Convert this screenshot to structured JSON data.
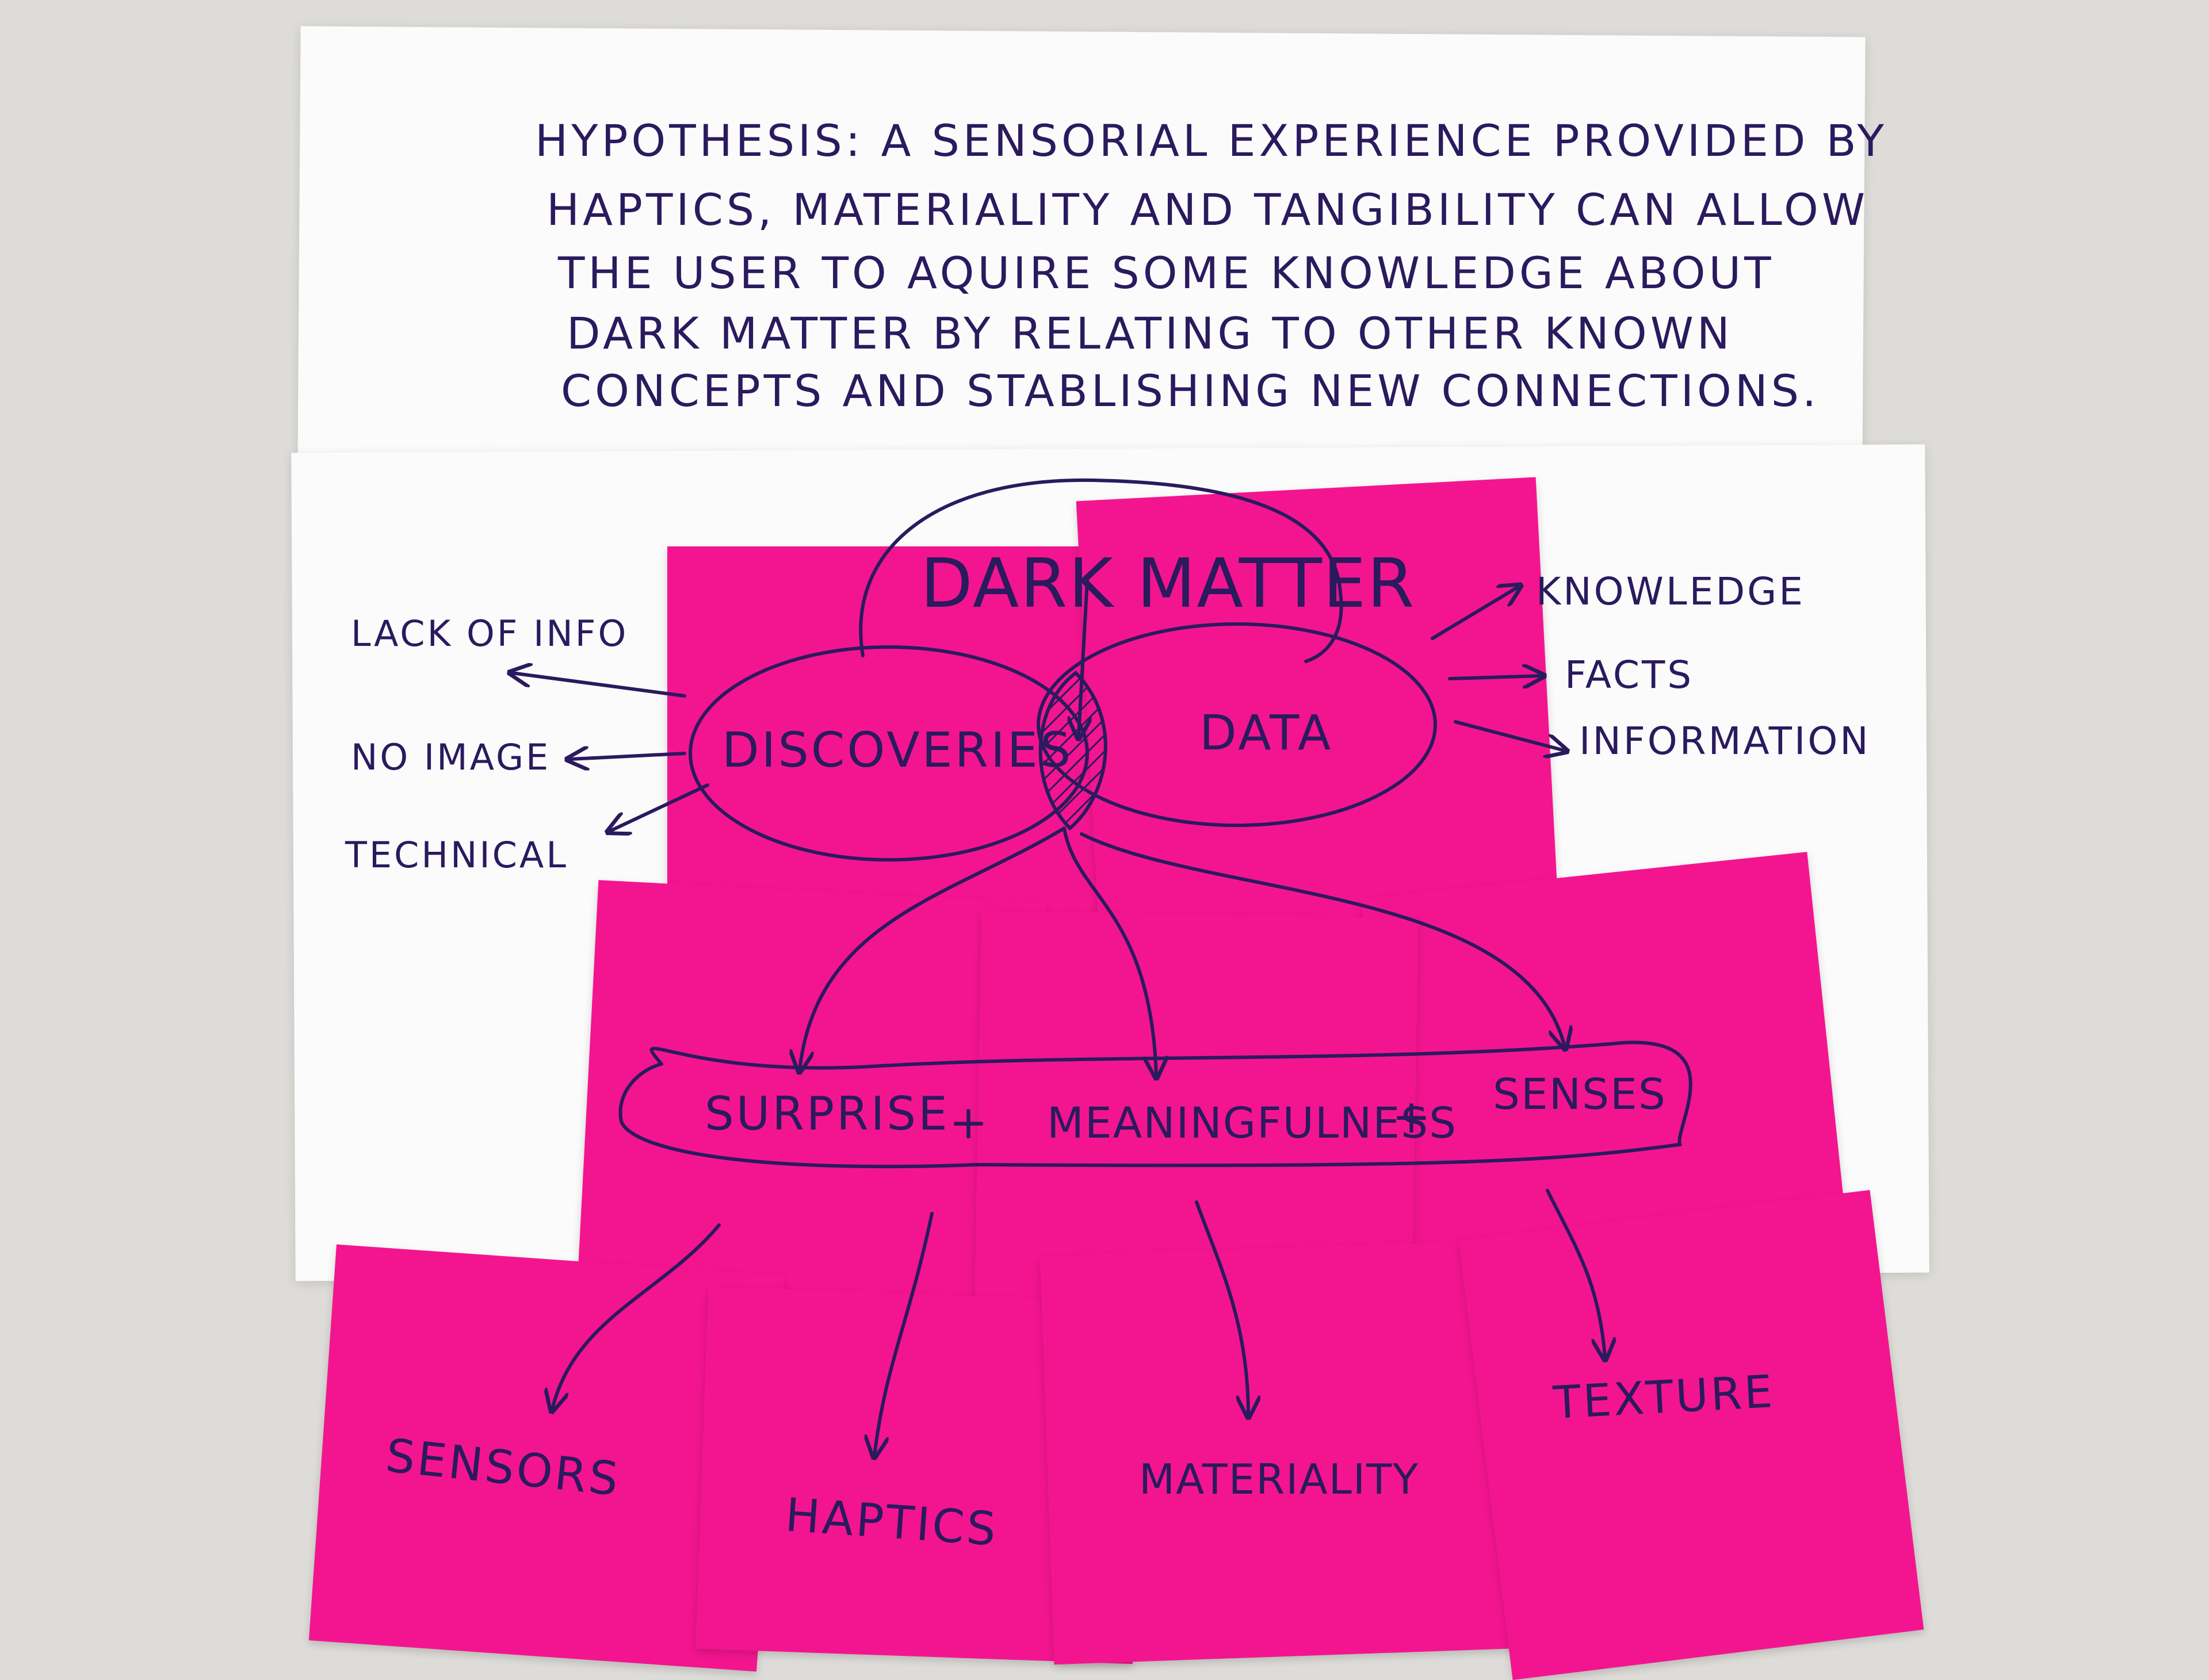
{
  "hypothesis": [
    "HYPOTHESIS: A SENSORIAL EXPERIENCE PROVIDED BY",
    "HAPTICS, MATERIALITY AND TANGIBILITY CAN ALLOW",
    "THE USER TO AQUIRE SOME KNOWLEDGE ABOUT",
    "DARK MATTER BY RELATING TO OTHER KNOWN",
    "CONCEPTS AND STABLISHING NEW CONNECTIONS."
  ],
  "diagram": {
    "title": "DARK MATTER",
    "left_bubble": "DISCOVERIES",
    "right_bubble": "DATA",
    "left_branches": [
      "LACK OF INFO",
      "NO IMAGE",
      "TECHNICAL"
    ],
    "right_branches": [
      "KNOWLEDGE",
      "FACTS",
      "INFORMATION"
    ],
    "middle": [
      "SURPRISE",
      "MEANINGFULNESS",
      "SENSES"
    ],
    "plus": "+",
    "bottom": [
      "SENSORS",
      "HAPTICS",
      "MATERIALITY",
      "TEXTURE"
    ]
  },
  "colors": {
    "ink": "#2a1a5e",
    "note": "#f3158f",
    "paper": "#fbfbfb",
    "table": "#dedcd8"
  }
}
